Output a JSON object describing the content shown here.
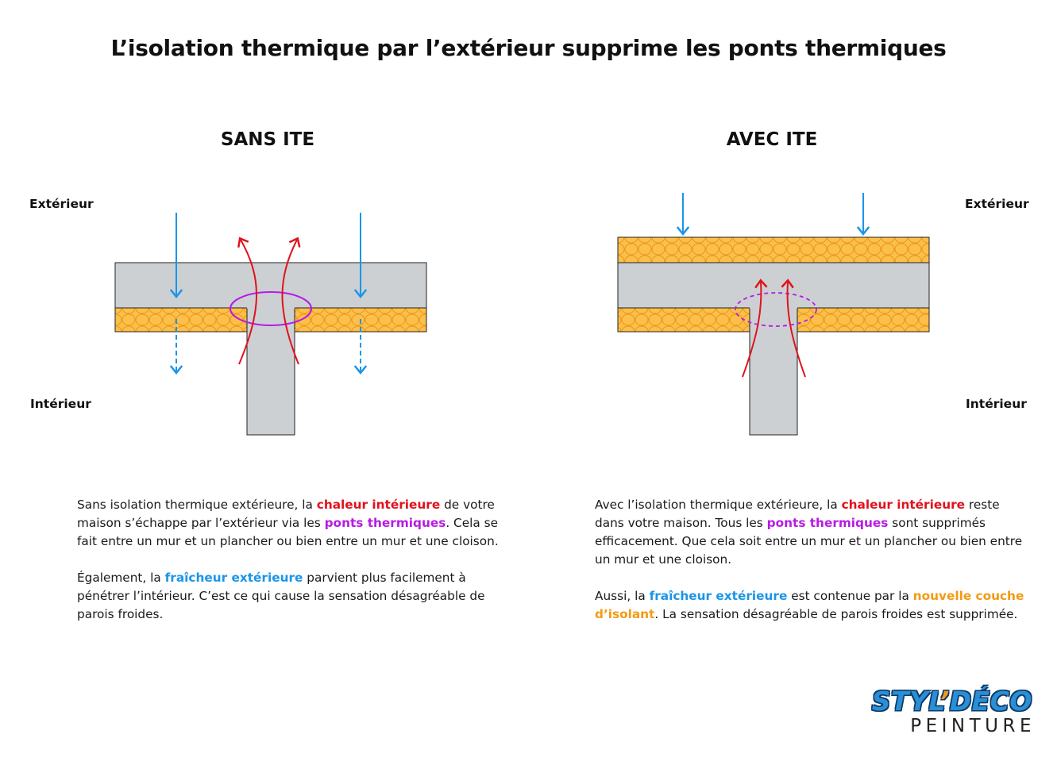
{
  "title": "L’isolation thermique par l’extérieur supprime les ponts thermiques",
  "left": {
    "heading": "SANS ITE",
    "label_outside": "Extérieur",
    "label_inside": "Intérieur",
    "p1": {
      "t1": "Sans isolation thermique extérieure, la ",
      "h1": "chaleur intérieure",
      "t2": " de votre maison s’échappe par l’extérieur via les ",
      "h2": "ponts thermiques",
      "t3": ". Cela se fait entre un mur et un plancher ou bien entre un mur et une cloison."
    },
    "p2": {
      "t1": "Également, la ",
      "h1": "fraîcheur extérieure",
      "t2": " parvient plus facilement à pénétrer l’intérieur. C’est ce qui cause la sensation désagréable de parois froides."
    }
  },
  "right": {
    "heading": "AVEC ITE",
    "label_outside": "Extérieur",
    "label_inside": "Intérieur",
    "p1": {
      "t1": "Avec l’isolation thermique extérieure, la ",
      "h1": "chaleur intérieure",
      "t2": " reste dans votre maison. Tous les ",
      "h2": "ponts thermiques",
      "t3": " sont supprimés efficacement. Que cela soit entre un mur et un plancher ou bien entre un mur et une cloison."
    },
    "p2": {
      "t1": "Aussi, la ",
      "h1": "fraîcheur extérieure",
      "t2": " est contenue par la ",
      "h2": "nouvelle couche d’isolant",
      "t3": ". La sensation désagréable de parois froides est supprimée."
    }
  },
  "logo": {
    "main_left": "STYL",
    "apostrophe": "’",
    "main_right": "DÉCO",
    "sub": "PEINTURE"
  },
  "colors": {
    "heat": "#e0121c",
    "bridge": "#b81ae6",
    "cold": "#1a95e8",
    "insulation_fill": "#fbb93a",
    "insulation_stroke": "#e9961a",
    "concrete": "#ccd0d3"
  }
}
